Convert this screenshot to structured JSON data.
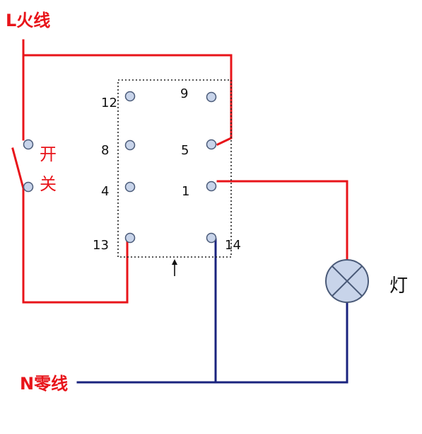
{
  "labels": {
    "live": "L火线",
    "neutral": "N零线",
    "switch_top": "开",
    "switch_bottom": "关",
    "lamp": "灯"
  },
  "pins": {
    "p12": "12",
    "p9": "9",
    "p8": "8",
    "p5": "5",
    "p4": "4",
    "p1": "1",
    "p13": "13",
    "p14": "14"
  },
  "colors": {
    "live_wire": "#e8141a",
    "neutral_wire": "#1a237e",
    "terminal_fill": "#c8d4ea",
    "terminal_stroke": "#4a5a78",
    "relay_border": "#222222"
  }
}
